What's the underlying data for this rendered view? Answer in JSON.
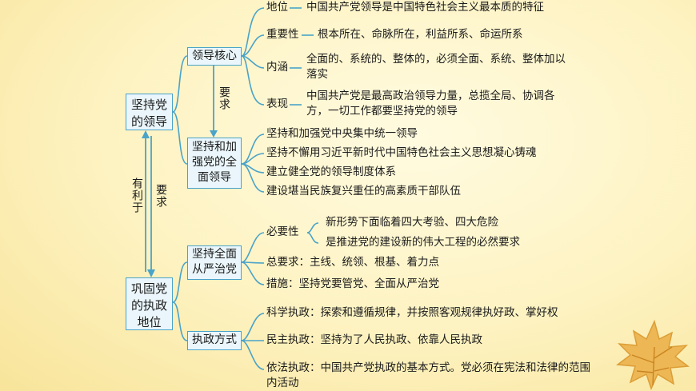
{
  "colors": {
    "line": "#4aa3c8",
    "box_fill": "#eaf6fb",
    "leaf": "#e9b04a"
  },
  "nodes": {
    "uphold": "坚持党的领导",
    "consolidate": "巩固党的执政地位",
    "core": "领导核心",
    "comprehensive": "坚持和加强党的全面领导",
    "strict": "坚持全面从严治党",
    "mode": "执政方式"
  },
  "connectors": {
    "core_to_comp": "要求",
    "mutual_left": "有利于",
    "mutual_right": "要求"
  },
  "core_items": [
    {
      "label": "地位",
      "text": "中国共产党领导是中国特色社会主义最本质的特征"
    },
    {
      "label": "重要性",
      "text": "根本所在、命脉所在，利益所系、命运所系"
    },
    {
      "label": "内涵",
      "text": "全面的、系统的、整体的，必须全面、系统、整体加以落实"
    },
    {
      "label": "表现",
      "text": "中国共产党是最高政治领导力量，总揽全局、协调各方，一切工作都要坚持党的领导"
    }
  ],
  "comp_items": [
    "坚持和加强党中央集中统一领导",
    "坚持不懈用习近平新时代中国特色社会主义思想凝心铸魂",
    "建立健全党的领导制度体系",
    "建设堪当民族复兴重任的高素质干部队伍"
  ],
  "strict": {
    "necessity_label": "必要性",
    "necessity_items": [
      "新形势下面临着四大考验、四大危险",
      "是推进党的建设新的伟大工程的必然要求"
    ],
    "requirement": "总要求：主线、统领、根基、着力点",
    "measure": "措施：坚持党要管党、全面从严治党"
  },
  "mode_items": [
    "科学执政：探索和遵循规律，并按照客观规律执好政、掌好权",
    "民主执政：坚持为了人民执政、依靠人民执政",
    "依法执政：中国共产党执政的基本方式。党必须在宪法和法律的范围内活动"
  ]
}
